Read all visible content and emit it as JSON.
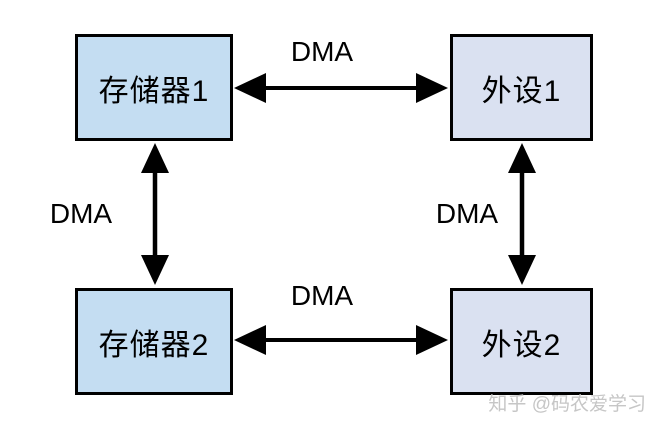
{
  "diagram": {
    "title_implied": "",
    "nodes": [
      {
        "id": "memory1",
        "label": "存储器1"
      },
      {
        "id": "peripheral1",
        "label": "外设1"
      },
      {
        "id": "memory2",
        "label": "存储器2"
      },
      {
        "id": "peripheral2",
        "label": "外设2"
      }
    ],
    "edges": [
      {
        "from": "memory1",
        "to": "peripheral1",
        "label": "DMA",
        "direction": "bidirectional"
      },
      {
        "from": "memory2",
        "to": "peripheral2",
        "label": "DMA",
        "direction": "bidirectional"
      },
      {
        "from": "memory1",
        "to": "memory2",
        "label": "DMA",
        "direction": "bidirectional"
      },
      {
        "from": "peripheral1",
        "to": "peripheral2",
        "label": "DMA",
        "direction": "bidirectional"
      }
    ],
    "colors": {
      "memory_fill": "#c4ddf2",
      "peripheral_fill": "#dae1f1",
      "border": "#000000",
      "arrow": "#000000",
      "watermark": "#c6c6c6",
      "background": "#ffffff"
    }
  },
  "watermark": {
    "text": "知乎 @码农爱学习"
  }
}
